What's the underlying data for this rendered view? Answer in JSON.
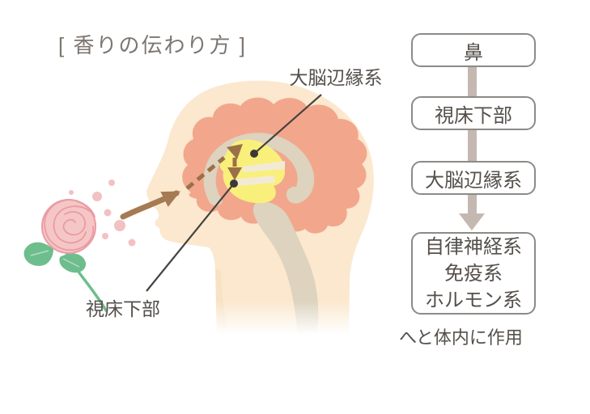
{
  "title": "[ 香りの伝わり方 ]",
  "illustration": {
    "limbic_label": "大脳辺縁系",
    "hypothalamus_label": "視床下部",
    "colors": {
      "skin": "#fbe8ce",
      "brain": "#f2a78d",
      "inner_structure": "#ddd3bf",
      "limbic_area": "#f8f07b",
      "slit": "#f3ead6",
      "scent_arrow": "#a57b53",
      "inner_arrow": "#9b7048",
      "callout_line": "#474340",
      "callout_dot": "#3c3835",
      "rose_petal": "#f5c6c6",
      "rose_outline": "#ea9ba3",
      "leaf": "#6ebe8d",
      "leaf_vein": "#b2dcc4",
      "scent_dot": "#f2c1c2",
      "neck_shade": "#f4ddbb"
    }
  },
  "flowchart": {
    "boxes": [
      {
        "id": "nose",
        "label": "鼻"
      },
      {
        "id": "hypothalamus",
        "label": "視床下部"
      },
      {
        "id": "limbic-system",
        "label": "大脳辺縁系"
      },
      {
        "id": "body-systems",
        "lines": [
          "自律神経系",
          "免疫系",
          "ホルモン系"
        ]
      }
    ],
    "footer": "へと体内に作用",
    "colors": {
      "box_border": "#8d8a87",
      "box_text": "#55504b",
      "connector": "#c4b8b0"
    }
  }
}
